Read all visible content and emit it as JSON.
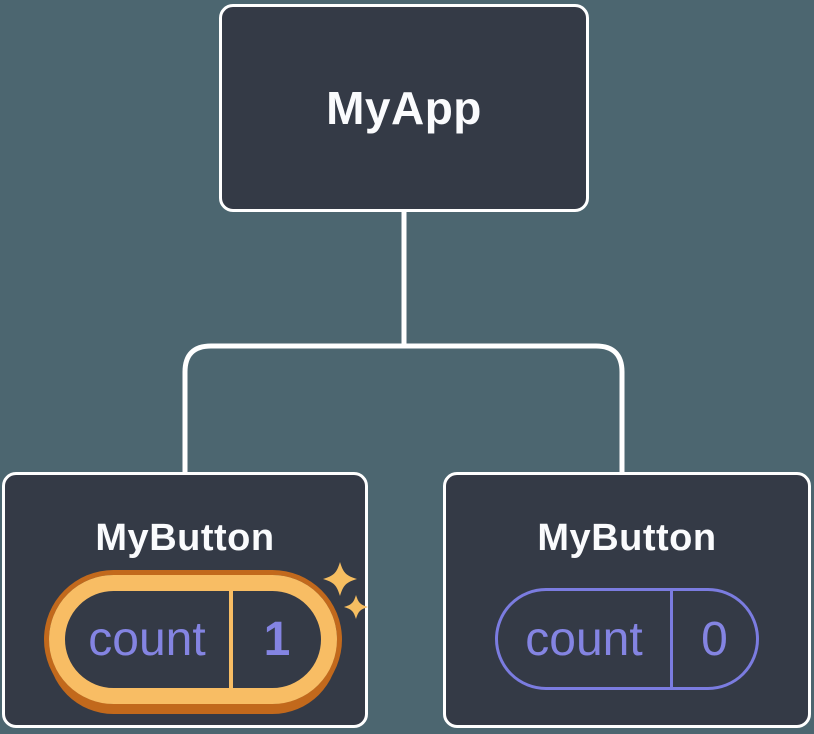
{
  "diagram": {
    "kind": "react-component-tree",
    "background_color": "#4C6670",
    "node_fill": "#343A46",
    "node_border_color": "#FFFFFF",
    "connector_color": "#FFFFFF"
  },
  "tree": {
    "root": {
      "label": "MyApp"
    },
    "children": [
      {
        "label": "MyButton",
        "state": {
          "name": "count",
          "value": "1",
          "highlighted": true
        }
      },
      {
        "label": "MyButton",
        "state": {
          "name": "count",
          "value": "0",
          "highlighted": false
        }
      }
    ]
  },
  "colors": {
    "state_text_purple": "#8484E2",
    "state_outline_purple": "#7B7CE0",
    "highlight_orange_light": "#F8BD64",
    "highlight_orange_dark": "#C2691C",
    "sparkle_orange": "#F6BE61"
  },
  "icons": {
    "sparkles": "two four-pointed stars marking updated state"
  }
}
